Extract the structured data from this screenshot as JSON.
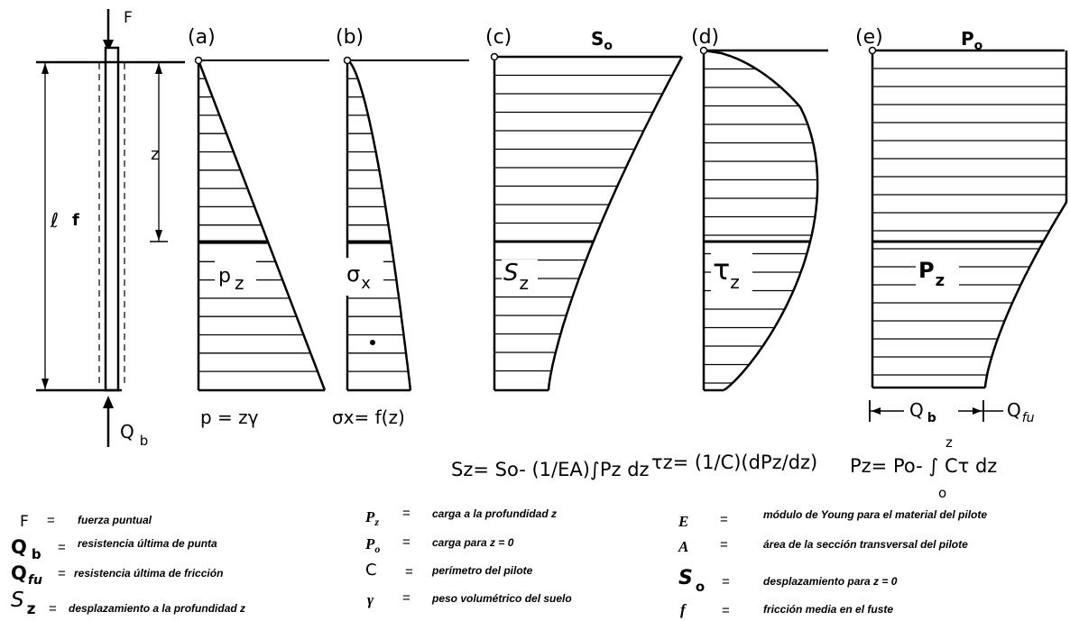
{
  "pile": {
    "force_label": "F",
    "length_label": "ℓ",
    "friction_label": "f",
    "depth_label": "z",
    "base_label": "Q",
    "base_sub": "b"
  },
  "panels": [
    {
      "id": "a",
      "label": "(a)",
      "top_label": "",
      "var": "p",
      "var_sub": "z",
      "formula": "p = zγ"
    },
    {
      "id": "b",
      "label": "(b)",
      "top_label": "",
      "var": "σ",
      "var_sub": "x",
      "formula": "σx= f(z)"
    },
    {
      "id": "c",
      "label": "(c)",
      "top_label": "S",
      "top_sub": "o",
      "var": "S",
      "var_sub": "z",
      "formula": "Sz= So- (1/EA)∫Pz dz"
    },
    {
      "id": "d",
      "label": "(d)",
      "top_label": "",
      "var": "τ",
      "var_sub": "z",
      "formula": "τz= (1/C)(dPz/dz)"
    },
    {
      "id": "e",
      "label": "(e)",
      "top_label": "P",
      "top_sub": "o",
      "var": "P",
      "var_sub": "z",
      "formula": "Pz= Po- ∫ Cτ dz",
      "int_upper": "z",
      "int_lower": "o",
      "qb": "Q",
      "qb_sub": "b",
      "qfu": "Q",
      "qfu_sub": "fu"
    }
  ],
  "legend": [
    {
      "sym": "F",
      "eq": "=",
      "desc": "fuerza puntual"
    },
    {
      "sym": "Q",
      "sub": "b",
      "eq": "=",
      "desc": "resistencia última de  punta"
    },
    {
      "sym": "Q",
      "sub": "fu",
      "eq": "=",
      "desc": "resistencia última de fricción"
    },
    {
      "sym": "S",
      "sub": "z",
      "eq": "=",
      "desc": "desplazamiento a la profundidad z"
    },
    {
      "sym": "P",
      "sub": "z",
      "eq": "=",
      "desc": "carga a la profundidad z"
    },
    {
      "sym": "P",
      "sub": "o",
      "eq": "=",
      "desc": "carga para z = 0"
    },
    {
      "sym": "C",
      "eq": "=",
      "desc": "perímetro del pilote"
    },
    {
      "sym": "γ",
      "eq": "=",
      "desc": "peso volumétrico del suelo"
    },
    {
      "sym": "E",
      "eq": "=",
      "desc": "módulo de Young para el material del pilote"
    },
    {
      "sym": "A",
      "eq": "=",
      "desc": "área de la sección transversal del pilote"
    },
    {
      "sym": "S",
      "sub": "o",
      "eq": "=",
      "desc": "desplazamiento para z = 0"
    },
    {
      "sym": "f",
      "eq": "=",
      "desc": "fricción media en el fuste"
    }
  ]
}
